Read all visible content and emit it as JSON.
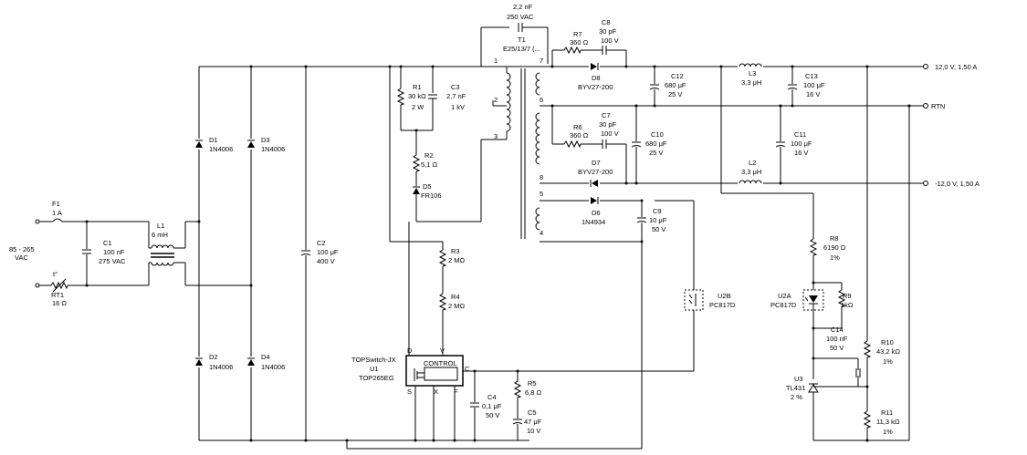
{
  "input": {
    "voltage": "85 - 265",
    "type": "VAC"
  },
  "components": {
    "F1": {
      "ref": "F1",
      "value": "1 A"
    },
    "RT1": {
      "ref": "RT1",
      "value": "16 Ω",
      "symbol": "t°"
    },
    "C1": {
      "ref": "C1",
      "value1": "100 nF",
      "value2": "275 VAC"
    },
    "L1": {
      "ref": "L1",
      "value": "6 mH"
    },
    "D1": {
      "ref": "D1",
      "value": "1N4006"
    },
    "D2": {
      "ref": "D2",
      "value": "1N4006"
    },
    "D3": {
      "ref": "D3",
      "value": "1N4006"
    },
    "D4": {
      "ref": "D4",
      "value": "1N4006"
    },
    "C2": {
      "ref": "C2",
      "value1": "100 μF",
      "value2": "400 V"
    },
    "R1": {
      "ref": "R1",
      "value1": "30 kΩ",
      "value2": "2 W"
    },
    "C3": {
      "ref": "C3",
      "value1": "2,7 nF",
      "value2": "1 kV"
    },
    "R2": {
      "ref": "R2",
      "value": "5,1 Ω"
    },
    "D5": {
      "ref": "D5",
      "value": "FR106"
    },
    "R3": {
      "ref": "R3",
      "value": "2 MΩ"
    },
    "R4": {
      "ref": "R4",
      "value": "2 MΩ"
    },
    "U1": {
      "family": "TOPSwitch-JX",
      "ref": "U1",
      "part": "TOP265EG",
      "block": "CONTROL",
      "pins": {
        "D": "D",
        "V": "V",
        "C": "C",
        "S": "S",
        "X": "X",
        "F": "F"
      }
    },
    "C4": {
      "ref": "C4",
      "value1": "0,1 μF",
      "value2": "50 V"
    },
    "R5": {
      "ref": "R5",
      "value": "6,8 Ω"
    },
    "C5": {
      "ref": "C5",
      "value1": "47 μF",
      "value2": "10 V"
    },
    "Cy": {
      "value1": "2,2 nF",
      "value2": "250 VAC"
    },
    "T1": {
      "ref": "T1",
      "part": "E25/13/7 (...",
      "pins": [
        "1",
        "2",
        "3",
        "7",
        "6",
        "8",
        "5",
        "4"
      ]
    },
    "R7": {
      "ref": "R7",
      "value": "360 Ω"
    },
    "C8": {
      "ref": "C8",
      "value1": "30 pF",
      "value2": "100 V"
    },
    "D8": {
      "ref": "D8",
      "value": "BYV27-200"
    },
    "C12": {
      "ref": "C12",
      "value1": "680 μF",
      "value2": "25 V"
    },
    "L3": {
      "ref": "L3",
      "value": "3,3 μH"
    },
    "C13": {
      "ref": "C13",
      "value1": "100 μF",
      "value2": "16 V"
    },
    "R6": {
      "ref": "R6",
      "value": "360 Ω"
    },
    "C7": {
      "ref": "C7",
      "value1": "30 pF",
      "value2": "100 V"
    },
    "C10": {
      "ref": "C10",
      "value1": "680 μF",
      "value2": "25 V"
    },
    "D7": {
      "ref": "D7",
      "value": "BYV27-200"
    },
    "C11": {
      "ref": "C11",
      "value1": "100 μF",
      "value2": "16 V"
    },
    "L2": {
      "ref": "L2",
      "value": "3,3 μH"
    },
    "D6": {
      "ref": "D6",
      "value": "1N4934"
    },
    "C9": {
      "ref": "C9",
      "value1": "10 μF",
      "value2": "50 V"
    },
    "U2B": {
      "ref": "U2B",
      "part": "PC817D"
    },
    "U2A": {
      "ref": "U2A",
      "part": "PC817D"
    },
    "R8": {
      "ref": "R8",
      "value1": "6190 Ω",
      "value2": "1%"
    },
    "R9": {
      "ref": "R9",
      "value": "1kΩ"
    },
    "C14": {
      "ref": "C14",
      "value1": "100 nF",
      "value2": "50 V"
    },
    "U3": {
      "ref": "U3",
      "part": "TL431",
      "tol": "2 %"
    },
    "R10": {
      "ref": "R10",
      "value1": "43,2 kΩ",
      "value2": "1%"
    },
    "R11": {
      "ref": "R11",
      "value1": "11,3 kΩ",
      "value2": "1%"
    }
  },
  "outputs": {
    "pos": "12,0 V, 1,50 A",
    "rtn": "RTN",
    "neg": "-12,0 V, 1,50 A"
  }
}
